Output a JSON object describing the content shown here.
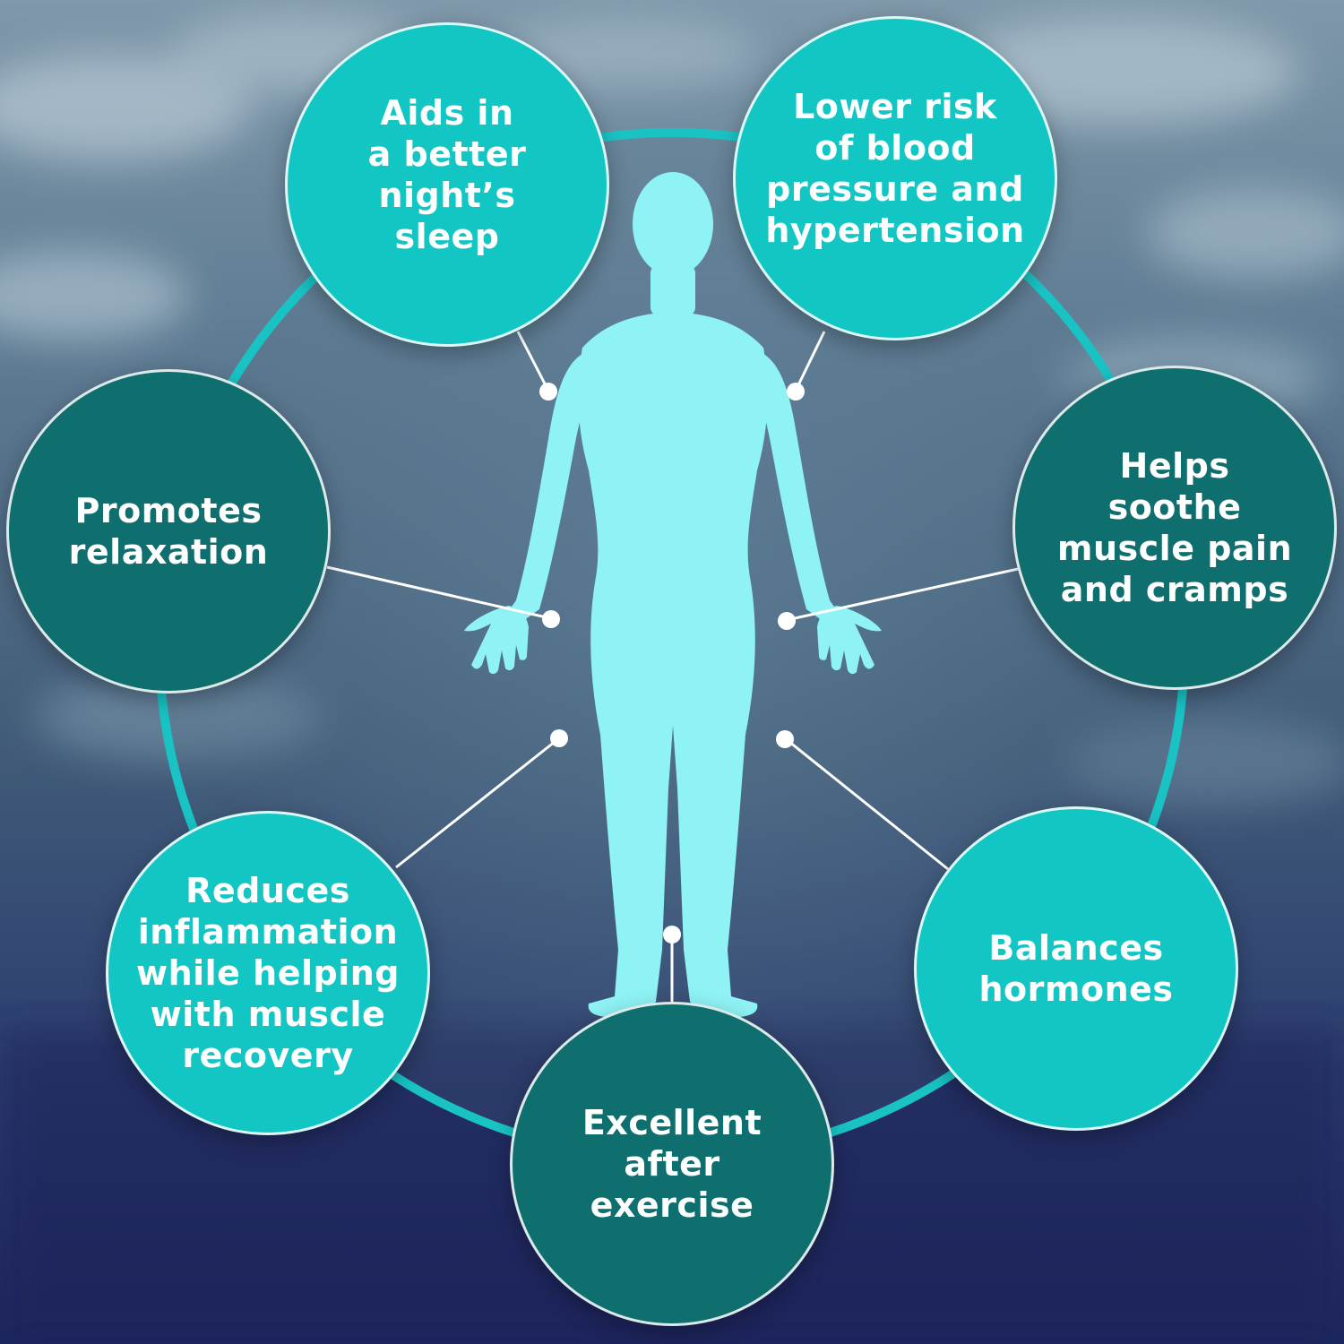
{
  "colors": {
    "circle_light": "#12c6c4",
    "circle_dark": "#0f6f6e",
    "silhouette": "#8ff2f4",
    "ring": "#19c3c4",
    "connector": "#ffffff",
    "text": "#ffffff"
  },
  "figure": {
    "icon": "human-body-silhouette-icon"
  },
  "benefits": [
    {
      "id": "sleep",
      "text": "Aids in\na better\nnight’s\nsleep",
      "tone": "light"
    },
    {
      "id": "blood-pressure",
      "text": "Lower risk\nof blood\npressure and\nhypertension",
      "tone": "light"
    },
    {
      "id": "relaxation",
      "text": "Promotes\nrelaxation",
      "tone": "dark"
    },
    {
      "id": "muscle-pain",
      "text": "Helps\nsoothe\nmuscle pain\nand cramps",
      "tone": "dark"
    },
    {
      "id": "inflammation",
      "text": "Reduces\ninflammation\nwhile helping\nwith muscle\nrecovery",
      "tone": "light"
    },
    {
      "id": "hormones",
      "text": "Balances\nhormones",
      "tone": "light"
    },
    {
      "id": "exercise",
      "text": "Excellent\nafter\nexercise",
      "tone": "dark"
    }
  ]
}
